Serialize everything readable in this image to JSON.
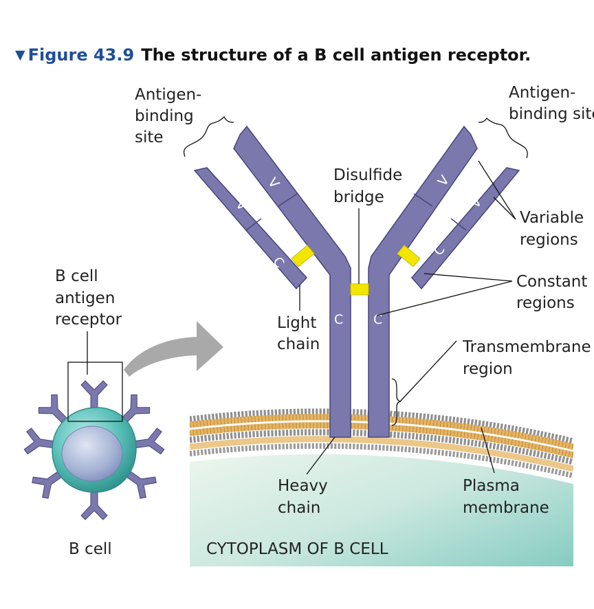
{
  "figure": {
    "number": "Figure 43.9",
    "title": "The structure of a B cell antigen receptor."
  },
  "labels": {
    "antigen_binding_left": [
      "Antigen-",
      "binding",
      "site"
    ],
    "antigen_binding_right": [
      "Antigen-",
      "binding site"
    ],
    "disulfide_bridge": [
      "Disulfide",
      "bridge"
    ],
    "variable_regions": [
      "Variable",
      "regions"
    ],
    "constant_regions": [
      "Constant",
      "regions"
    ],
    "light_chain": [
      "Light",
      "chain"
    ],
    "heavy_chain": [
      "Heavy",
      "chain"
    ],
    "transmembrane_region": [
      "Transmembrane",
      "region"
    ],
    "plasma_membrane": [
      "Plasma",
      "membrane"
    ],
    "b_cell_antigen_receptor": [
      "B cell",
      "antigen",
      "receptor"
    ],
    "b_cell": "B cell",
    "cytoplasm": "CYTOPLASM OF B CELL"
  },
  "segment_letters": {
    "variable": "V",
    "constant": "C"
  },
  "colors": {
    "title_blue": "#1f4e9a",
    "receptor_purple": "#7b78ad",
    "receptor_outline": "#47457a",
    "disulfide_yellow": "#f2e600",
    "membrane_tan": "#e3b35f",
    "lipid_head_gray": "#9a9a9a",
    "cytoplasm_light": "#eef6ee",
    "cytoplasm_teal": "#8bcfc4",
    "cell_teal": "#4fb8b0",
    "nucleus_blue": "#a9b6d6",
    "arrow_gray": "#a7a7a7"
  }
}
